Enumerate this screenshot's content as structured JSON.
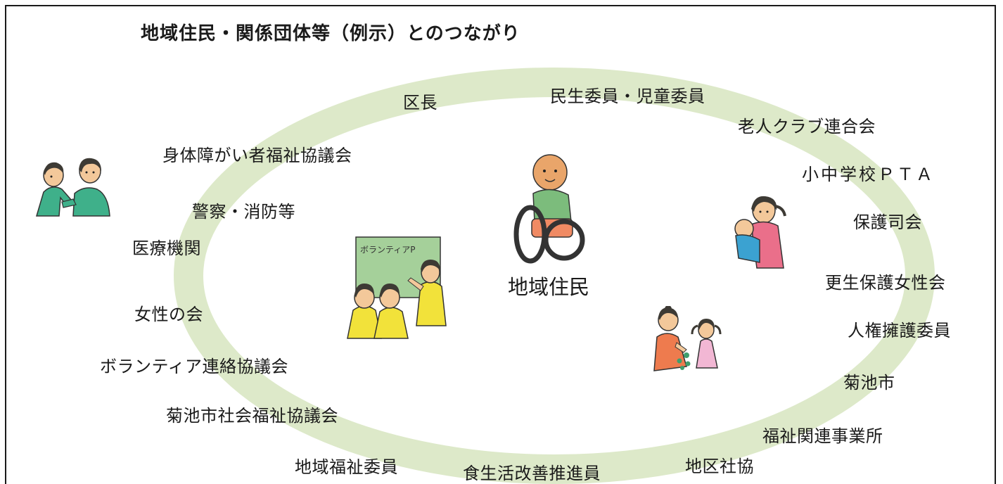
{
  "title": "地域住民・関係団体等（例示）とのつながり",
  "center_label": "地域住民",
  "board_caption": "ボランティアP",
  "ring_color": "#dde9c9",
  "organizations": [
    "区長",
    "民生委員・児童委員",
    "老人クラブ連合会",
    "身体障がい者福祉協議会",
    "小中学校ＰＴＡ",
    "警察・消防等",
    "保護司会",
    "医療機関",
    "更生保護女性会",
    "女性の会",
    "人権擁護委員",
    "ボランティア連絡協議会",
    "菊池市",
    "菊池市社会福祉協議会",
    "福祉関連事業所",
    "地域福祉委員",
    "地区社協",
    "食生活改善推進員"
  ],
  "illustrations": [
    "two-people-talking",
    "wheelchair-user",
    "mother-with-baby",
    "volunteer-board-group",
    "woman-with-child"
  ]
}
